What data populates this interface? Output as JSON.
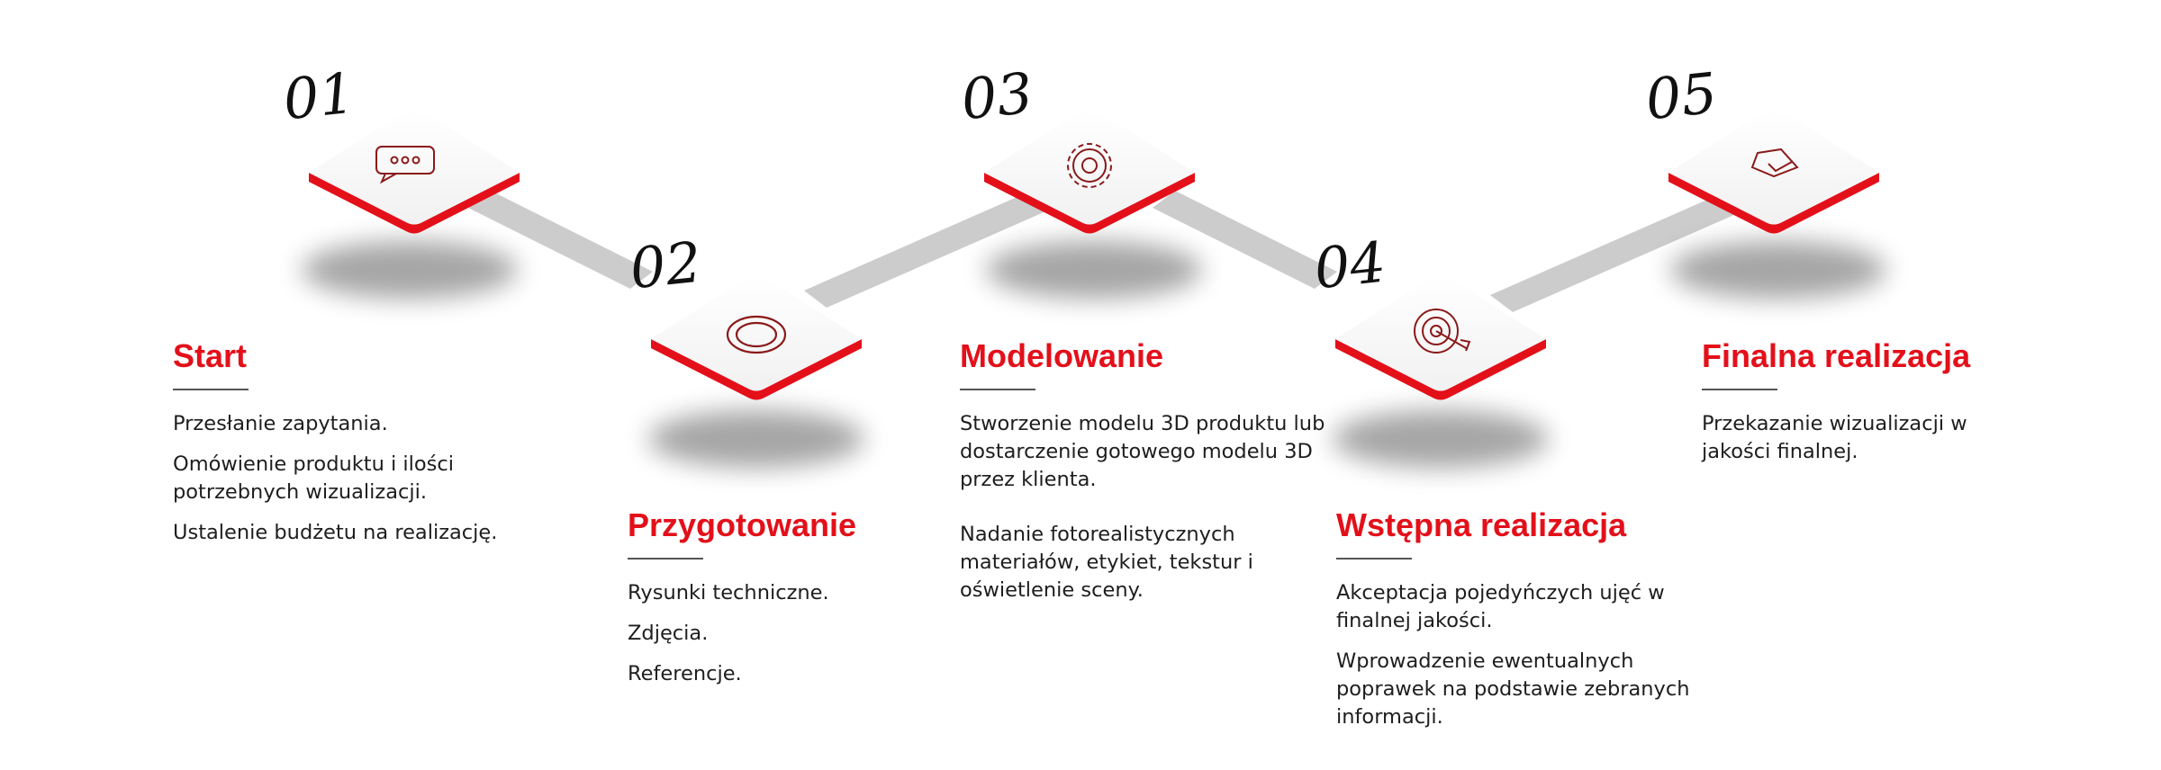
{
  "colors": {
    "accent": "#e3101a",
    "text": "#1e1e1e",
    "connector": "#cccccc",
    "icon": "#8a1a1a"
  },
  "steps": [
    {
      "number": "01",
      "title": "Start",
      "icon": "chat-bubble-icon",
      "lines": [
        "Przesłanie zapytania.",
        "Omówienie produktu i ilości potrzebnych wizualizacji.",
        "Ustalenie budżetu na realizację."
      ]
    },
    {
      "number": "02",
      "title": "Przygotowanie",
      "icon": "double-ring-icon",
      "lines": [
        "Rysunki techniczne.",
        "Zdjęcia.",
        "Referencje."
      ]
    },
    {
      "number": "03",
      "title": "Modelowanie",
      "icon": "gear-icon",
      "lines": [
        "Stworzenie modelu 3D produktu lub dostarczenie gotowego modelu 3D przez klienta.",
        "Nadanie fotorealistycznych materiałów, etykiet, tekstur i oświetlenie sceny."
      ]
    },
    {
      "number": "04",
      "title": "Wstępna realizacja",
      "icon": "target-arrow-icon",
      "lines": [
        "Akceptacja pojedyńczych ujęć w finalnej jakości.",
        "Wprowadzenie ewentualnych poprawek na podstawie zebranych informacji."
      ]
    },
    {
      "number": "05",
      "title": "Finalna realizacja",
      "icon": "checkmark-card-icon",
      "lines": [
        "Przekazanie wizualizacji w jakości finalnej."
      ]
    }
  ]
}
